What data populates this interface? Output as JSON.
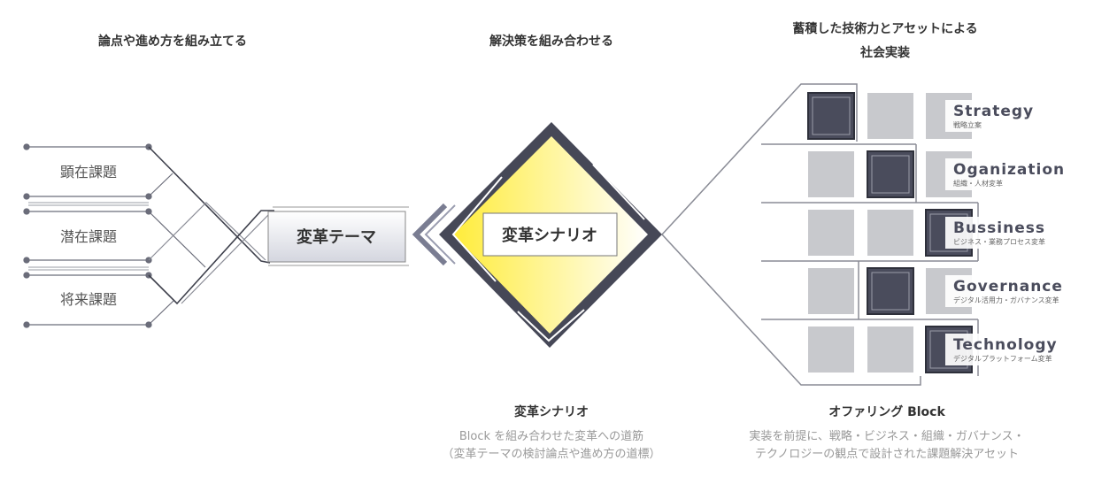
{
  "headers": {
    "left": "論点や進め方を組み立てる",
    "center": "解決策を組み合わせる",
    "right_line1": "蓄積した技術力とアセットによる",
    "right_line2": "社会実装"
  },
  "issues": [
    "顕在課題",
    "潜在課題",
    "将来課題"
  ],
  "theme_box": "変革テーマ",
  "scenario_box": "変革シナリオ",
  "offerings": [
    {
      "title": "Strategy",
      "subtitle": "戦略立案",
      "active_column": 0
    },
    {
      "title": "Oganization",
      "subtitle": "組織・人材変革",
      "active_column": 1
    },
    {
      "title": "Bussiness",
      "subtitle": "ビジネス・業務プロセス変革",
      "active_column": 2
    },
    {
      "title": "Governance",
      "subtitle": "デジタル活用力・ガバナンス変革",
      "active_column": 1
    },
    {
      "title": "Technology",
      "subtitle": "デジタルプラットフォーム変革",
      "active_column": 2
    }
  ],
  "captions": {
    "scenario": {
      "title": "変革シナリオ",
      "line1": "Block を組み合わせた変革への道筋",
      "line2": "（変革テーマの検討論点や進め方の道標）"
    },
    "offering": {
      "title": "オファリング Block",
      "line1": "実装を前提に、戦略・ビジネス・組織・ガバナンス・",
      "line2": "テクノロジーの観点で設計された課題解決アセット"
    }
  },
  "colors": {
    "dark": "#4a4c5c",
    "grey_block": "#c8c9cd",
    "yellow": "#ffee44"
  }
}
